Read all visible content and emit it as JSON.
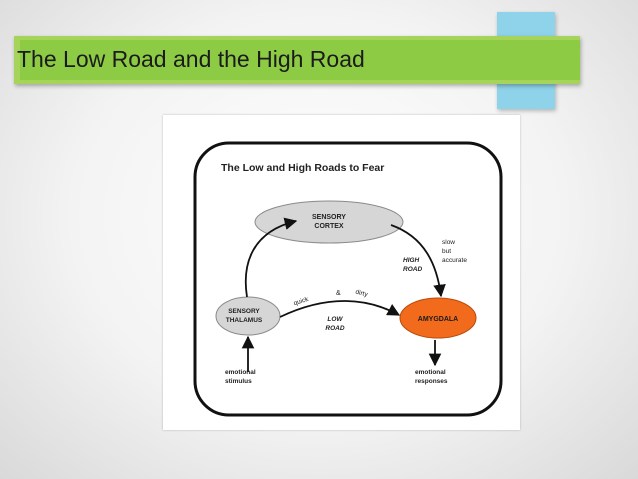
{
  "slide": {
    "title": "The Low Road and the High Road"
  },
  "diagram": {
    "title": "The Low and High Roads to Fear",
    "nodes": {
      "cortex": [
        "SENSORY",
        "CORTEX"
      ],
      "thalamus": [
        "SENSORY",
        "THALAMUS"
      ],
      "amygdala": "AMYGDALA"
    },
    "labels": {
      "slow": [
        "slow",
        "but",
        "accurate"
      ],
      "high_road": [
        "HIGH",
        "ROAD"
      ],
      "low_road": [
        "LOW",
        "ROAD"
      ],
      "quick": "quick",
      "and": "&",
      "dirty": "dirty",
      "stimulus": [
        "emotional",
        "stimulus"
      ],
      "responses": [
        "emotional",
        "responses"
      ]
    }
  },
  "colors": {
    "title_bar": "#8dcb44",
    "accent": "#8fd3ea",
    "amygdala": "#f26a1b",
    "gray_node": "#d6d6d6"
  }
}
